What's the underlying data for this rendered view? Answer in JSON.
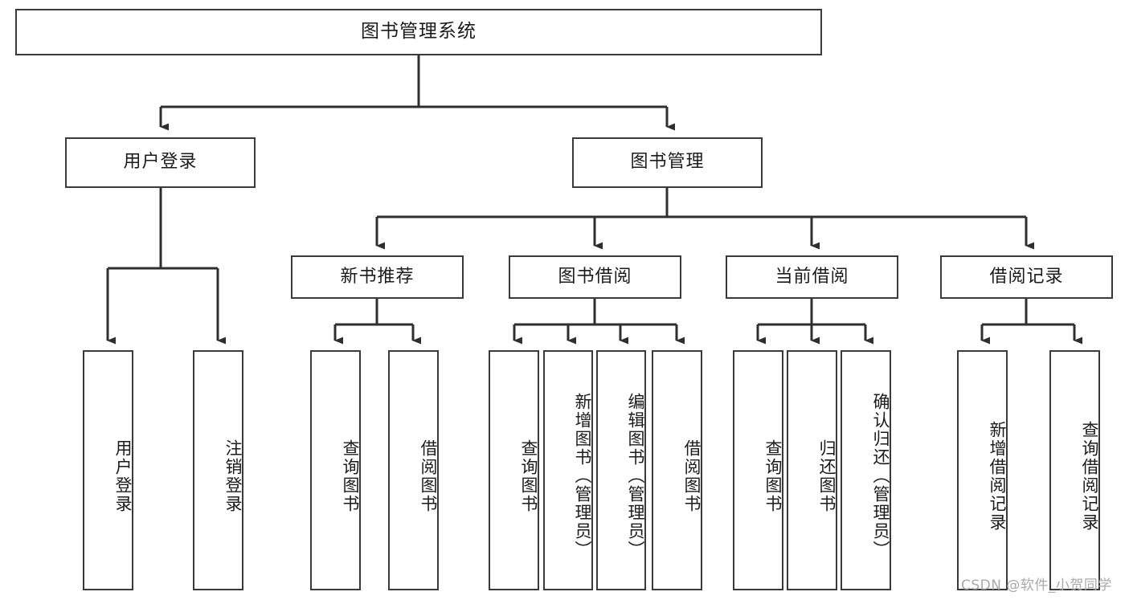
{
  "diagram": {
    "title": "图书管理系统",
    "watermark": "CSDN @软件_小贺同学",
    "colors": {
      "box_border": "#3a3a3a",
      "box_fill": "#ffffff",
      "connector": "#2f2f2f",
      "text": "#1b1b1b",
      "watermark": "#a9a9a9",
      "background": "#ffffff"
    },
    "root": {
      "label": "图书管理系统",
      "orientation": "horizontal"
    },
    "level2": [
      {
        "label": "用户登录",
        "orientation": "horizontal"
      },
      {
        "label": "图书管理",
        "orientation": "horizontal"
      }
    ],
    "level3": [
      {
        "label": "新书推荐",
        "orientation": "horizontal",
        "parent": "图书管理"
      },
      {
        "label": "图书借阅",
        "orientation": "horizontal",
        "parent": "图书管理"
      },
      {
        "label": "当前借阅",
        "orientation": "horizontal",
        "parent": "图书管理"
      },
      {
        "label": "借阅记录",
        "orientation": "horizontal",
        "parent": "图书管理"
      }
    ],
    "leaves": [
      {
        "label": "用户登录",
        "orientation": "vertical",
        "parent": "用户登录"
      },
      {
        "label": "注销登录",
        "orientation": "vertical",
        "parent": "用户登录"
      },
      {
        "label": "查询图书",
        "orientation": "vertical",
        "parent": "新书推荐"
      },
      {
        "label": "借阅图书",
        "orientation": "vertical",
        "parent": "新书推荐"
      },
      {
        "label": "查询图书",
        "orientation": "vertical",
        "parent": "图书借阅"
      },
      {
        "label": "新增图书（管理员）",
        "orientation": "vertical",
        "parent": "图书借阅"
      },
      {
        "label": "编辑图书（管理员）",
        "orientation": "vertical",
        "parent": "图书借阅"
      },
      {
        "label": "借阅图书",
        "orientation": "vertical",
        "parent": "图书借阅"
      },
      {
        "label": "查询图书",
        "orientation": "vertical",
        "parent": "当前借阅"
      },
      {
        "label": "归还图书",
        "orientation": "vertical",
        "parent": "当前借阅"
      },
      {
        "label": "确认归还（管理员）",
        "orientation": "vertical",
        "parent": "当前借阅"
      },
      {
        "label": "新增借阅记录",
        "orientation": "vertical",
        "parent": "借阅记录"
      },
      {
        "label": "查询借阅记录",
        "orientation": "vertical",
        "parent": "借阅记录"
      }
    ]
  }
}
